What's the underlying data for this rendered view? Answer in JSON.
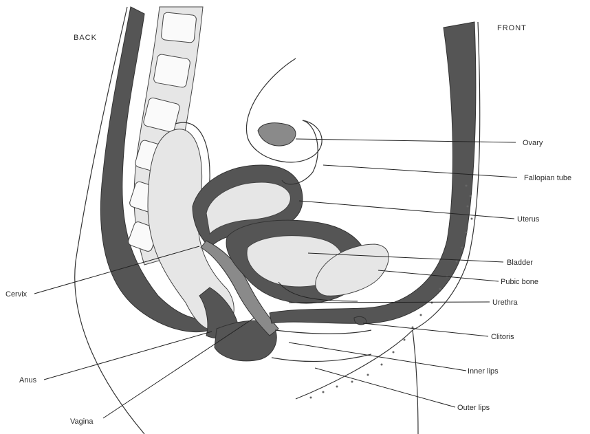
{
  "orientation": {
    "back": "BACK",
    "front": "FRONT"
  },
  "labels": {
    "ovary": "Ovary",
    "fallopian_tube": "Fallopian tube",
    "uterus": "Uterus",
    "bladder": "Bladder",
    "pubic_bone": "Pubic bone",
    "urethra": "Urethra",
    "clitoris": "Clitoris",
    "inner_lips": "Inner lips",
    "outer_lips": "Outer lips",
    "cervix": "Cervix",
    "anus": "Anus",
    "vagina": "Vagina"
  }
}
